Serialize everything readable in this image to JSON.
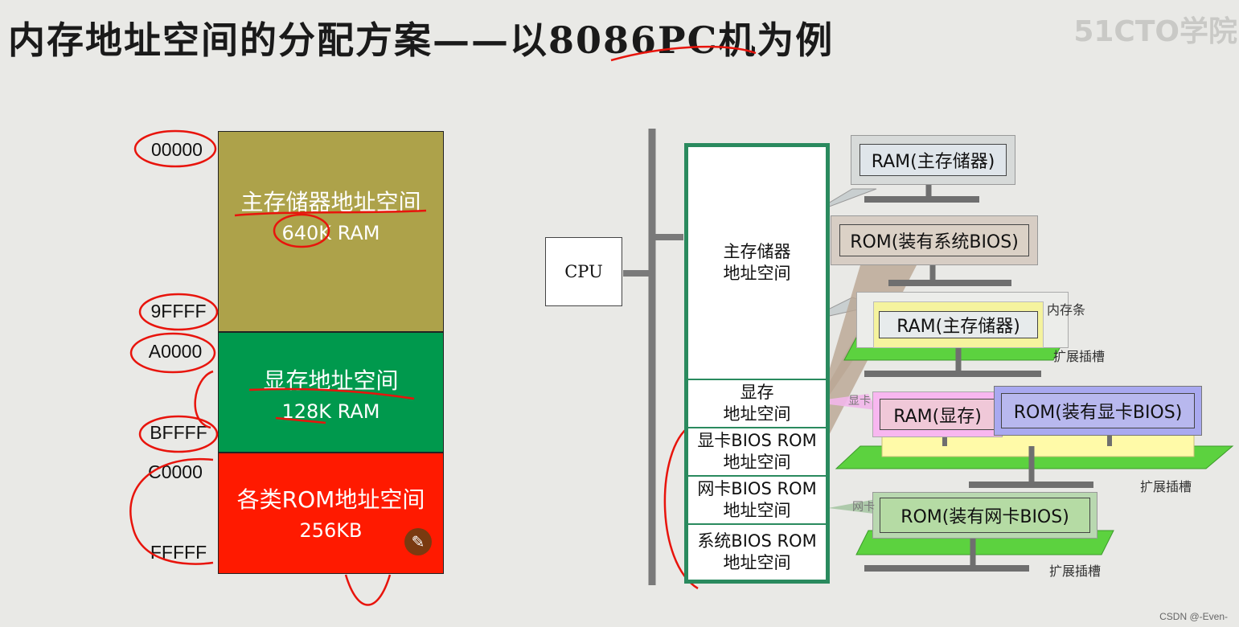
{
  "title": "内存地址空间的分配方案——以8086PC机为例",
  "watermark": "51CTO学院",
  "footer": "CSDN @-Even-",
  "left_map": {
    "addresses": [
      "00000",
      "9FFFF",
      "A0000",
      "BFFFF",
      "C0000",
      "FFFFF"
    ],
    "blocks": [
      {
        "title": "主存储器地址空间",
        "sub": "640K RAM",
        "color": "#ada24a"
      },
      {
        "title": "显存地址空间",
        "sub": "128K RAM",
        "color": "#00994d"
      },
      {
        "title": "各类ROM地址空间",
        "sub": "256KB",
        "color": "#ff1a00"
      }
    ]
  },
  "right_diagram": {
    "cpu": "CPU",
    "segments": [
      "主存储器\n地址空间",
      "显存\n地址空间",
      "显卡BIOS ROM\n地址空间",
      "网卡BIOS ROM\n地址空间",
      "系统BIOS ROM\n地址空间"
    ],
    "chips": {
      "ram1": "RAM(主存储器)",
      "rom_sys": "ROM(装有系统BIOS)",
      "ram2": "RAM(主存储器)",
      "ram_vid": "RAM(显存)",
      "rom_vid": "ROM(装有显卡BIOS)",
      "rom_net": "ROM(装有网卡BIOS)"
    },
    "labels": {
      "mem_stick": "内存条",
      "slot1": "扩展插槽",
      "gpu": "显卡",
      "slot2": "扩展插槽",
      "nic": "网卡",
      "slot3": "扩展插槽"
    }
  },
  "colors": {
    "annotation": "#e8140c",
    "bus": "#7a7a7a",
    "frame": "#2a8a5e"
  }
}
